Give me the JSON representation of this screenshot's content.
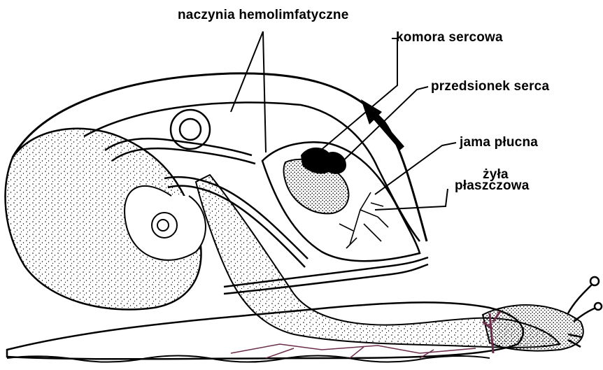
{
  "labels": {
    "hemolymph_vessels": "naczynia hemolimfatyczne",
    "heart_ventricle": "komora sercowa",
    "heart_atrium": "przedsionek serca",
    "lung_cavity": "jama płucna",
    "mantle_vein_line1": "żyła",
    "mantle_vein_line2": "płaszczowa"
  },
  "colors": {
    "ink": "#000000",
    "background": "#ffffff",
    "vein_accent": "#6b2d4a"
  }
}
